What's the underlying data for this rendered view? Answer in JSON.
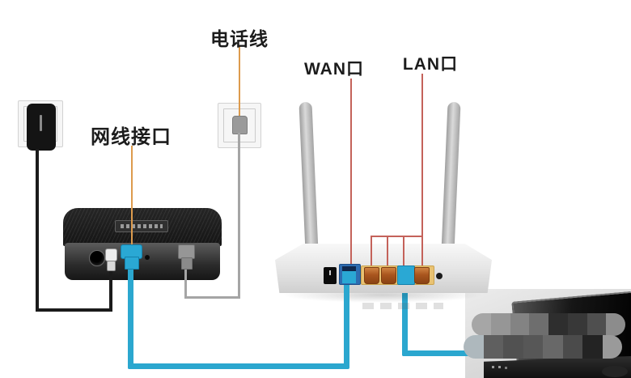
{
  "labels": {
    "phone_line": "电话线",
    "lan_cable_jack": "网线接口",
    "wan_port": "WAN口",
    "lan_port": "LAN口"
  },
  "colors": {
    "annotation_orange": "#dd9b4d",
    "annotation_red": "#c4625a",
    "cable_blue": "#2ba7cf",
    "cable_black": "#1b1b1b",
    "cable_gray": "#a5a5a5",
    "wan_port_blue": "#2e6cb0",
    "lan_strip_yellow": "#e9c272",
    "lan_port_orange": "#a9551e",
    "router_body_gray": "#e9e9e9",
    "modem_black": "#1a1a1a"
  },
  "censor": {
    "rows": [
      [
        "#a6a6a6",
        "#969696",
        "#838383",
        "#6e6e6e",
        "#2e2e2e",
        "#383838",
        "#4f4f4f",
        "#8c8c8c"
      ],
      [
        "#aeb8bd",
        "#5f5f5f",
        "#515151",
        "#575757",
        "#686868",
        "#4b4b4b",
        "#232323",
        "#9a9a9a"
      ]
    ]
  }
}
